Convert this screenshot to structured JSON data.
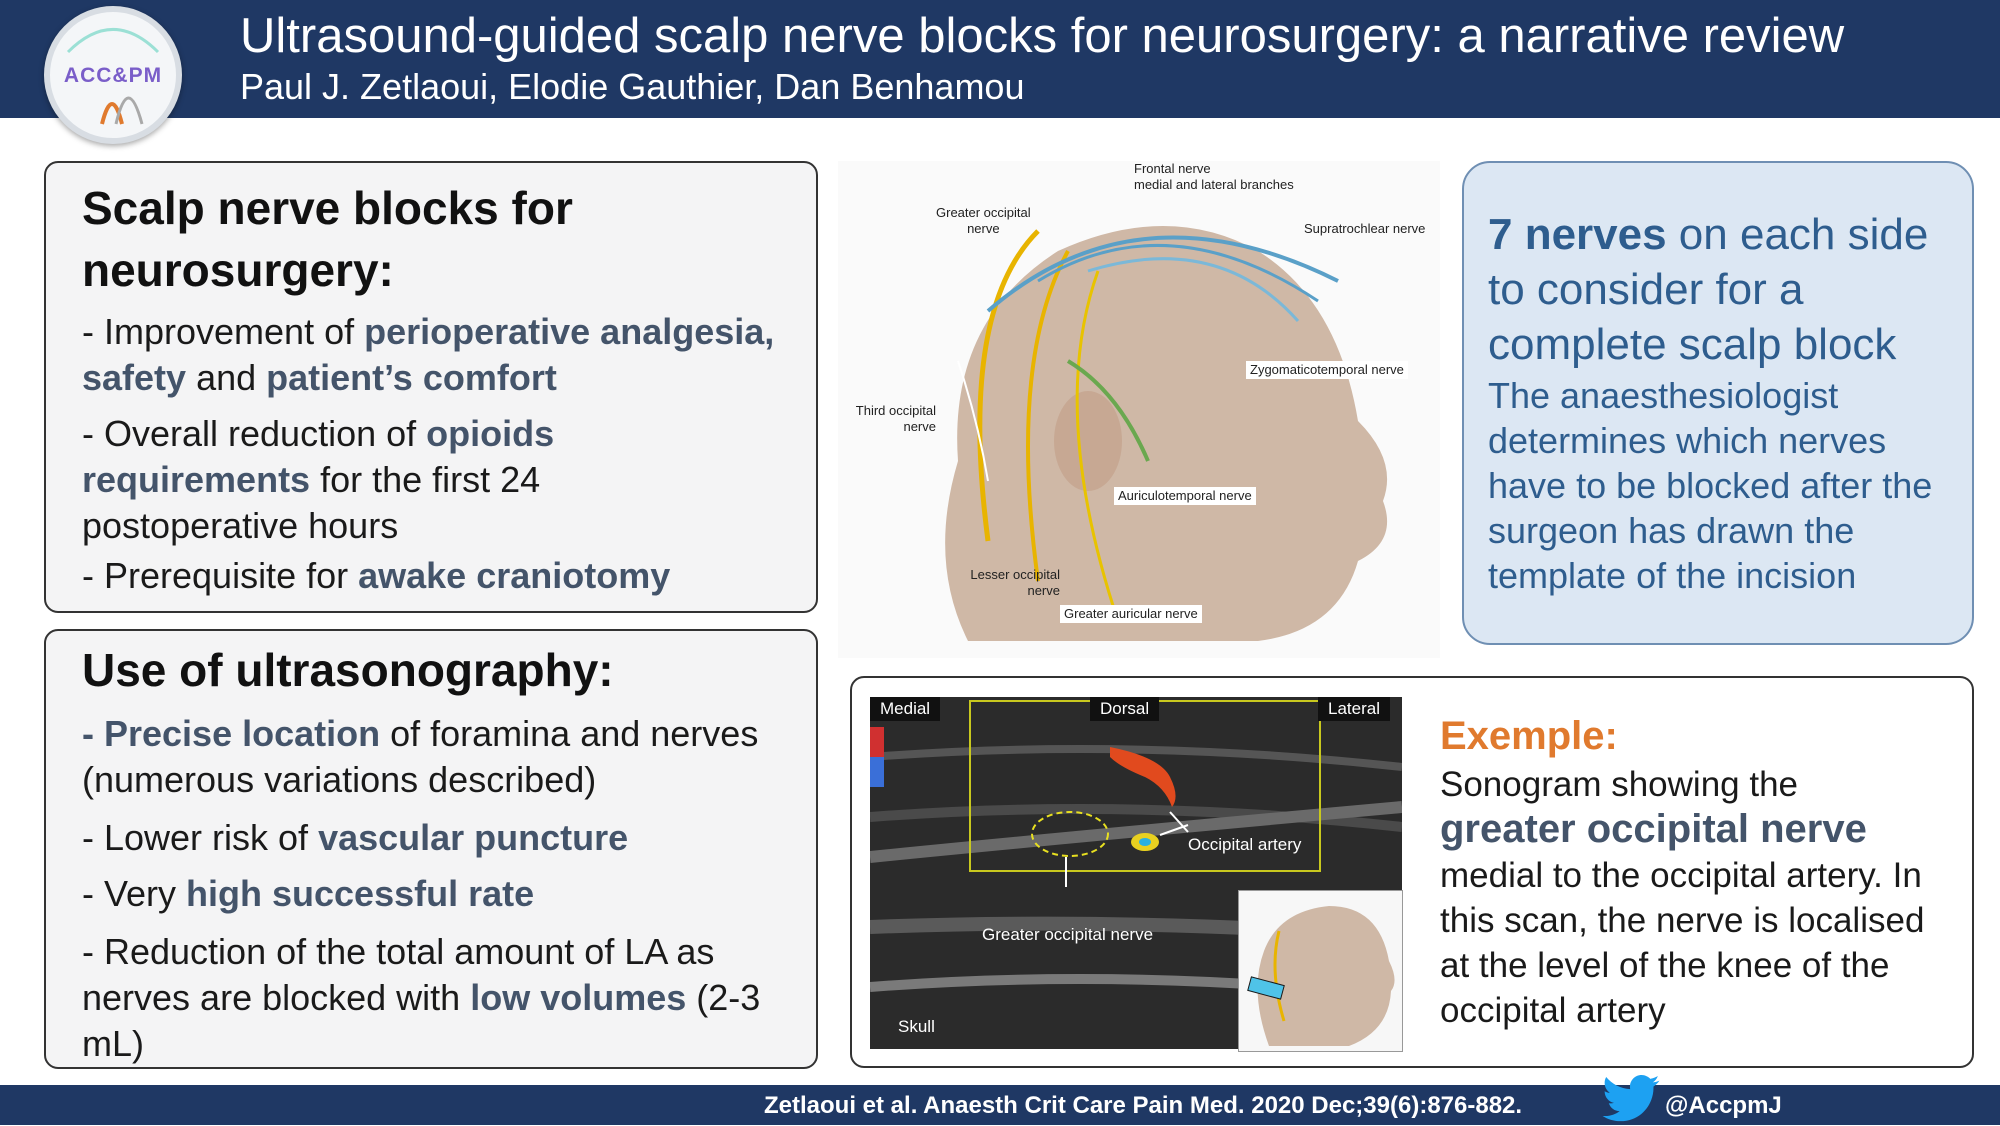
{
  "header": {
    "logo_text": "ACC&PM",
    "title": "Ultrasound-guided scalp nerve blocks for neurosurgery: a narrative review",
    "authors": "Paul J. Zetlaoui, Elodie Gauthier, Dan Benhamou"
  },
  "box1": {
    "heading": "Scalp nerve blocks for neurosurgery:",
    "b1_pre": "- Improvement of ",
    "b1_hl1": "perioperative analgesia, safety",
    "b1_mid": " and ",
    "b1_hl2": "patient’s comfort",
    "b2_pre": "- Overall reduction of ",
    "b2_hl": "opioids requirements",
    "b2_post": " for the first 24 postoperative hours",
    "b3_pre": "- Prerequisite for ",
    "b3_hl": "awake craniotomy"
  },
  "box2": {
    "heading": "Use of ultrasonography:",
    "b1_hl": "- Precise location",
    "b1_post": " of foramina and nerves (numerous variations described)",
    "b2_pre": "- Lower risk of ",
    "b2_hl": "vascular puncture",
    "b3_pre": "- Very ",
    "b3_hl": "high successful rate",
    "b4_pre": "- Reduction of the total amount of LA as nerves are blocked with ",
    "b4_hl": "low volumes",
    "b4_post": " (2-3 mL)"
  },
  "figure": {
    "frontal": "Frontal nerve",
    "frontal2": "medial and lateral branches",
    "greater_occipital": "Greater occipital",
    "greater_occipital2": "nerve",
    "supratrochlear": "Supratrochlear nerve",
    "zygomaticotemporal": "Zygomaticotemporal nerve",
    "third_occipital": "Third occipital",
    "third_occipital2": "nerve",
    "auriculotemporal": "Auriculotemporal nerve",
    "lesser_occipital": "Lesser occipital",
    "lesser_occipital2": "nerve",
    "greater_auricular": "Greater auricular nerve"
  },
  "box3": {
    "big_hl": "7 nerves",
    "big_rest": " on each side to consider for a complete scalp block",
    "small": "The anaesthesiologist determines which nerves have to be blocked after the surgeon has drawn the template of the incision"
  },
  "sonogram": {
    "medial": "Medial",
    "dorsal": "Dorsal",
    "lateral": "Lateral",
    "occipital_artery": "Occipital artery",
    "greater_occipital_nerve": "Greater occipital nerve",
    "skull": "Skull"
  },
  "example": {
    "label": "Exemple:",
    "pre": "Sonogram showing the ",
    "hl": "greater occipital nerve",
    "post": " medial to the occipital artery. In this scan, the nerve is localised at the level of the knee of the occipital artery"
  },
  "footer": {
    "citation": "Zetlaoui et al. Anaesth Crit Care Pain Med. 2020 Dec;39(6):876-882.",
    "handle": "@AccpmJ"
  },
  "colors": {
    "navy": "#1f3864",
    "highlight": "#44546a",
    "blue_text": "#2e5d8e",
    "orange": "#e07a2e"
  }
}
